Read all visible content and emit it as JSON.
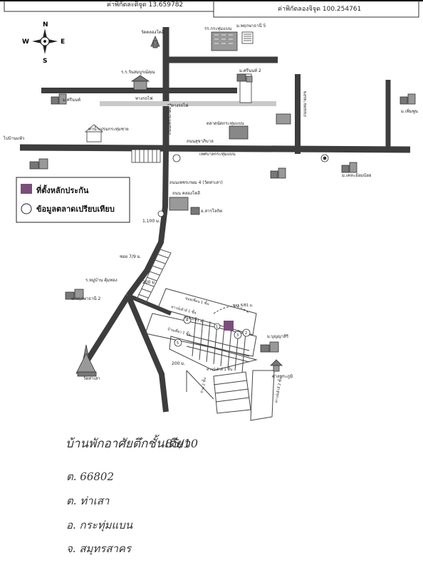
{
  "header": {
    "lat_text": "ค่าพิกัดละติจูด 13.659782",
    "lon_text": "ค่าพิกัดลองจิจูด 100.254761"
  },
  "compass": {
    "n": "N",
    "s": "S",
    "e": "E",
    "w": "W"
  },
  "legend": {
    "subject_label": "ที่ตั้งหลักประกัน",
    "comparison_label": "ข้อมูลตลาดเปรียบเทียบ",
    "subject_color": "#7b4d7b"
  },
  "labels": {
    "temple_top": "วัดคลองโคลี",
    "school": "รร.กระทุ่มแบน",
    "village_top": "ม.พฤกษาธานี 5",
    "shop": "ร.ร.วันสมบูรณ์คุณ",
    "village_sri": "ม.ศรีนนท์ 2",
    "village_left": "ม.ศรีนนท์",
    "road_railway": "ทางรถไฟ",
    "phet": "ถนนเพชรเกษม 1",
    "phetkasem": "ถนนสุขาภิบาล",
    "market": "ตลาดนัดกระทุ่มแบน",
    "to_bangkok": "ไปบ้านแพ้ว",
    "left_school": "ท่าน้ำเปรมกระทุ่มชาย",
    "municipal": "เทศบาลกระทุ่มแบน",
    "railway2": "ทางรถไฟ",
    "right_road": "ถนนหมายเลข",
    "village_right": "ม.เพิ่มพูน",
    "village_right2": "ม.เคหะอ้อมน้อย",
    "road4": "ถนนเพชรเกษม 4 (วัดท่าเสา)",
    "road_market": "ถนน คลองโคลี",
    "kinder": "อ.สารโลกิต",
    "dist1": "1,100 ม.",
    "soi": "ซอย 7/9 ม.",
    "village_mid": "ร.หมู่บ้าน คุ้มทอง",
    "dist2": "200 ม.",
    "village_pruk": "ม.พฤกษาธานี 2",
    "temple_bottom": "วัดท่าเสา",
    "dist3": "200 ม.",
    "soi_top": "ซอยเพื่อน 1 ชั้น",
    "soi_a": "ทาวน์เฮ้าส์ 1 ชั้น",
    "soi_b": "ซอย 6/81 ม.",
    "soi_c": "บ้านเดี่ยว 1 ชั้น",
    "soi_d": "ซอย 6/81 ม.",
    "village_bunya": "ม.บุญญาสิริ",
    "shrine": "ศาลพระภูมิ",
    "townhouse": "ทาวน์เฮ้าส์ 1 ชั้น",
    "tower_a": "ร้าน 2 ชั้น",
    "tower_b": "ทาวน์เฮ้าส์ 2 ชั้น",
    "bubble_1": "1",
    "bubble_2": "2",
    "bubble_3": "3",
    "bubble_4": "4",
    "bubble_5": "5"
  },
  "notes": {
    "title": "บ้านพักอาศัยตึกชั้นเดียว",
    "house_no": "85/10",
    "line_t": "ต. 66802",
    "line_a": "ต. ท่าเสา",
    "line_o": "อ. กระทุ่มแบน",
    "line_j": "จ. สมุทรสาคร"
  }
}
